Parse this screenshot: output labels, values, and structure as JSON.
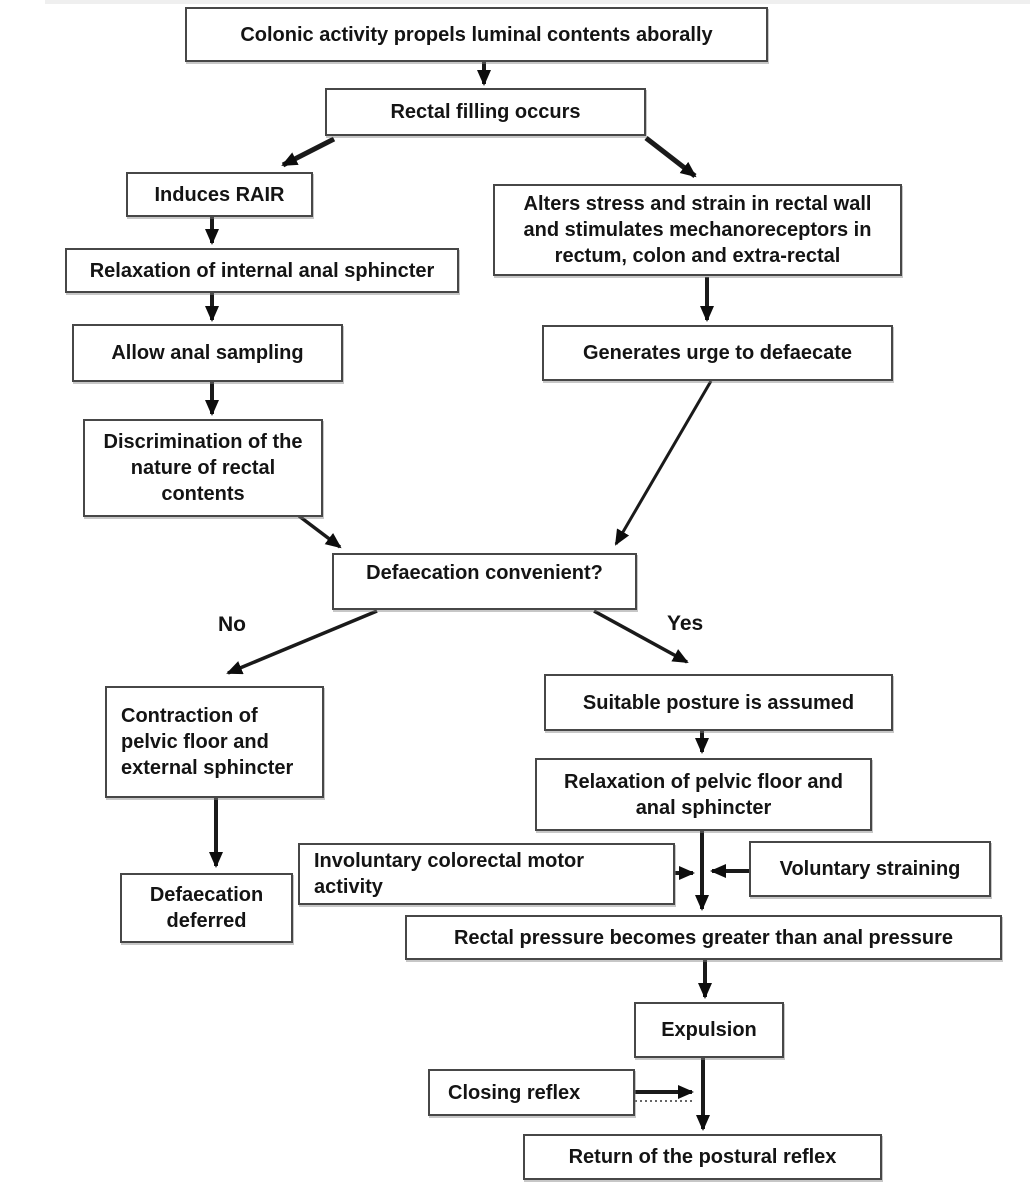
{
  "nodes": {
    "colonic_activity": {
      "label": "Colonic activity propels luminal contents aborally"
    },
    "rectal_filling": {
      "label": "Rectal filling occurs"
    },
    "induces_rair": {
      "label": "Induces RAIR"
    },
    "alters_stress": {
      "label": "Alters stress and strain in rectal wall\nand stimulates mechanoreceptors in\nrectum, colon and extra-rectal"
    },
    "relaxation_internal": {
      "label": "Relaxation of internal anal sphincter"
    },
    "allow_sampling": {
      "label": "Allow anal sampling"
    },
    "generates_urge": {
      "label": "Generates urge to defaecate"
    },
    "discrimination": {
      "label": "Discrimination of the\nnature of rectal\ncontents"
    },
    "defaecation_convenient": {
      "label": "Defaecation convenient?"
    },
    "contraction": {
      "label": "Contraction of\npelvic floor and\nexternal sphincter"
    },
    "suitable_posture": {
      "label": "Suitable posture is assumed"
    },
    "relaxation_pelvic": {
      "label": "Relaxation of pelvic floor and\nanal sphincter"
    },
    "involuntary_motor": {
      "label": "Involuntary colorectal motor\nactivity"
    },
    "voluntary_straining": {
      "label": "Voluntary straining"
    },
    "defaecation_deferred": {
      "label": "Defaecation\ndeferred"
    },
    "rectal_pressure": {
      "label": "Rectal pressure becomes greater than anal pressure"
    },
    "expulsion": {
      "label": "Expulsion"
    },
    "closing_reflex": {
      "label": "Closing reflex"
    },
    "return_postural": {
      "label": "Return of the postural reflex"
    }
  },
  "branch_labels": {
    "no": "No",
    "yes": "Yes"
  },
  "edges": [
    {
      "from": "colonic_activity",
      "to": "rectal_filling"
    },
    {
      "from": "rectal_filling",
      "to": "induces_rair"
    },
    {
      "from": "rectal_filling",
      "to": "alters_stress"
    },
    {
      "from": "induces_rair",
      "to": "relaxation_internal"
    },
    {
      "from": "relaxation_internal",
      "to": "allow_sampling"
    },
    {
      "from": "allow_sampling",
      "to": "discrimination"
    },
    {
      "from": "alters_stress",
      "to": "generates_urge"
    },
    {
      "from": "discrimination",
      "to": "defaecation_convenient"
    },
    {
      "from": "generates_urge",
      "to": "defaecation_convenient"
    },
    {
      "from": "defaecation_convenient",
      "to": "contraction",
      "label": "No"
    },
    {
      "from": "defaecation_convenient",
      "to": "suitable_posture",
      "label": "Yes"
    },
    {
      "from": "contraction",
      "to": "defaecation_deferred"
    },
    {
      "from": "suitable_posture",
      "to": "relaxation_pelvic"
    },
    {
      "from": "relaxation_pelvic",
      "to": "rectal_pressure"
    },
    {
      "from": "involuntary_motor",
      "to": "junction_before_rectal_pressure"
    },
    {
      "from": "voluntary_straining",
      "to": "junction_before_rectal_pressure"
    },
    {
      "from": "rectal_pressure",
      "to": "expulsion"
    },
    {
      "from": "expulsion",
      "to": "return_postural"
    },
    {
      "from": "closing_reflex",
      "to": "junction_before_return_postural"
    }
  ],
  "colors": {
    "background": "#ffffff",
    "box_border": "#474747",
    "text": "#141414",
    "arrow": "#1a1a1a"
  }
}
